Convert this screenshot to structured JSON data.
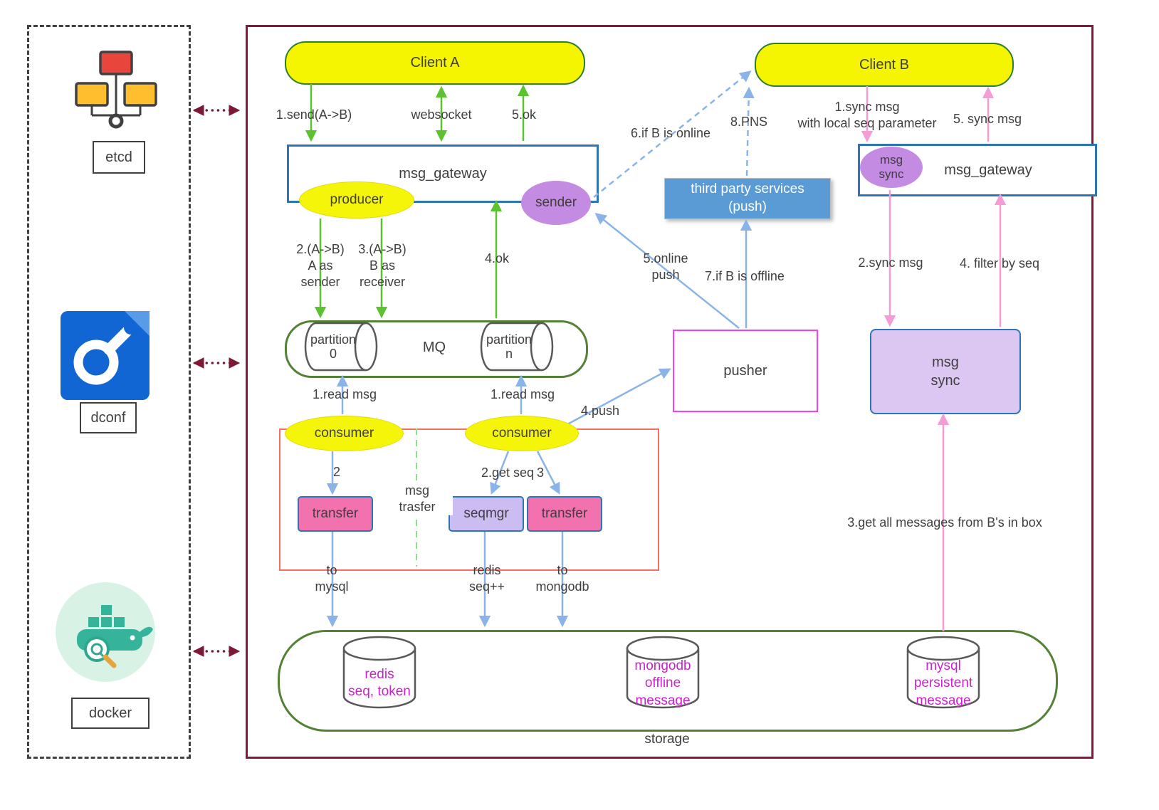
{
  "colors": {
    "main_border": "#8a1538",
    "sidebar_border": "#404040",
    "green_arrow": "#5cc22f",
    "blue_arrow": "#8ab4e8",
    "pink_arrow": "#f59bd5",
    "dark_red_arrow": "#7d1935",
    "yellow_fill": "#f5f50a",
    "purple_fill": "#c38be2",
    "blue_service_fill": "#5b9bd5",
    "pink_box_fill": "#f172ae",
    "lavender_box_fill": "#cbbcf2",
    "magenta_db_text": "#cc22cc",
    "green_container": "#538135",
    "red_container": "#fa6e5f",
    "blue_box_border": "#2e75b6",
    "magenta_box_border": "#fa3bfa"
  },
  "sidebar": {
    "items": [
      {
        "id": "etcd",
        "label": "etcd",
        "icon": "etcd-cluster-icon"
      },
      {
        "id": "dconf",
        "label": "dconf",
        "icon": "dconf-wrench-icon"
      },
      {
        "id": "docker",
        "label": "docker",
        "icon": "docker-whale-icon"
      }
    ]
  },
  "nodes": {
    "client_a": "Client A",
    "client_b": "Client B",
    "gateway_left": "msg_gateway",
    "gateway_right": "msg_gateway",
    "producer": "producer",
    "sender": "sender",
    "msg_sync_badge": "msg\nsync",
    "third_party": "third party services\n(push)",
    "mq": "MQ",
    "partition_0": "partition\n0",
    "partition_n": "partition\nn",
    "pusher": "pusher",
    "msg_sync_service": "msg\nsync",
    "consumer_left": "consumer",
    "consumer_right": "consumer",
    "transfer_mysql": "transfer",
    "seqmgr": "seqmgr",
    "transfer_mongo": "transfer",
    "msg_trasfer_note": "msg\ntrasfer",
    "redis": "redis\nseq, token",
    "mongodb": "mongodb\noffline\nmessage",
    "mysql": "mysql\npersistent\nmessage",
    "storage": "storage"
  },
  "flows": {
    "send_a_to_b": "1.send(A->B)",
    "websocket": "websocket",
    "ok_5": "5.ok",
    "if_b_online": "6.if B is online",
    "pns": "8.PNS",
    "sync_msg_1": "1.sync msg\nwith local seq parameter",
    "sync_msg_5": "5. sync msg",
    "a_as_sender": "2.(A->B)\nA as\nsender",
    "b_as_receiver": "3.(A->B)\nB as\nreceiver",
    "ok_4": "4.ok",
    "online_push": "5.online\npush",
    "if_b_offline": "7.if B is offline",
    "sync_msg_2": "2.sync msg",
    "filter_by_seq": "4. filter by seq",
    "read_msg_left": "1.read msg",
    "read_msg_right": "1.read msg",
    "push_4": "4.push",
    "step_2": "2",
    "get_seq": "2.get seq",
    "step_3": "3",
    "to_mysql": "to\nmysql",
    "redis_seq_incr": "redis\nseq++",
    "to_mongodb": "to\nmongodb",
    "get_all_messages": "3.get all messages from B's in box"
  }
}
